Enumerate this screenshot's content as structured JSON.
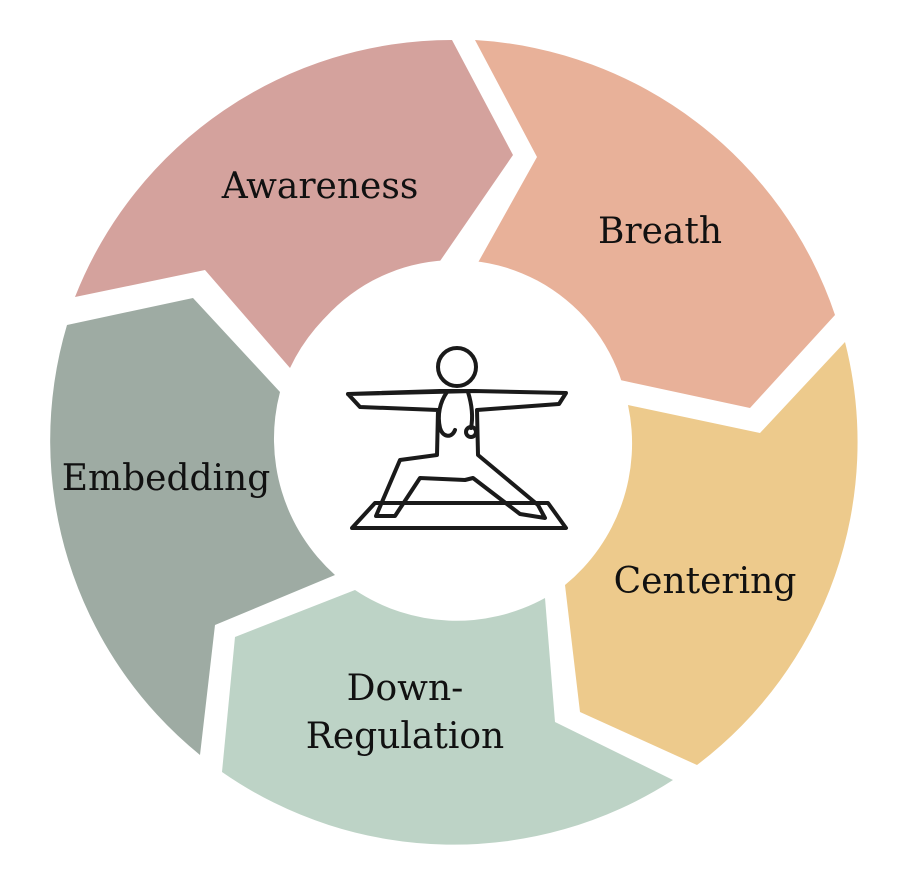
{
  "diagram": {
    "type": "cycle",
    "center_icon": "yoga-warrior-pose-with-stethoscope-icon",
    "colors": {
      "awareness": "#d4a29d",
      "breath": "#e8b199",
      "centering": "#edca8c",
      "down_regulation": "#bdd3c6",
      "embedding": "#9eaba3",
      "icon_stroke": "#1a1a1a",
      "background": "#ffffff"
    },
    "segments": [
      {
        "id": "awareness",
        "label": "Awareness"
      },
      {
        "id": "breath",
        "label": "Breath"
      },
      {
        "id": "centering",
        "label": "Centering"
      },
      {
        "id": "down_regulation",
        "label_line1": "Down-",
        "label_line2": "Regulation"
      },
      {
        "id": "embedding",
        "label": "Embedding"
      }
    ]
  }
}
